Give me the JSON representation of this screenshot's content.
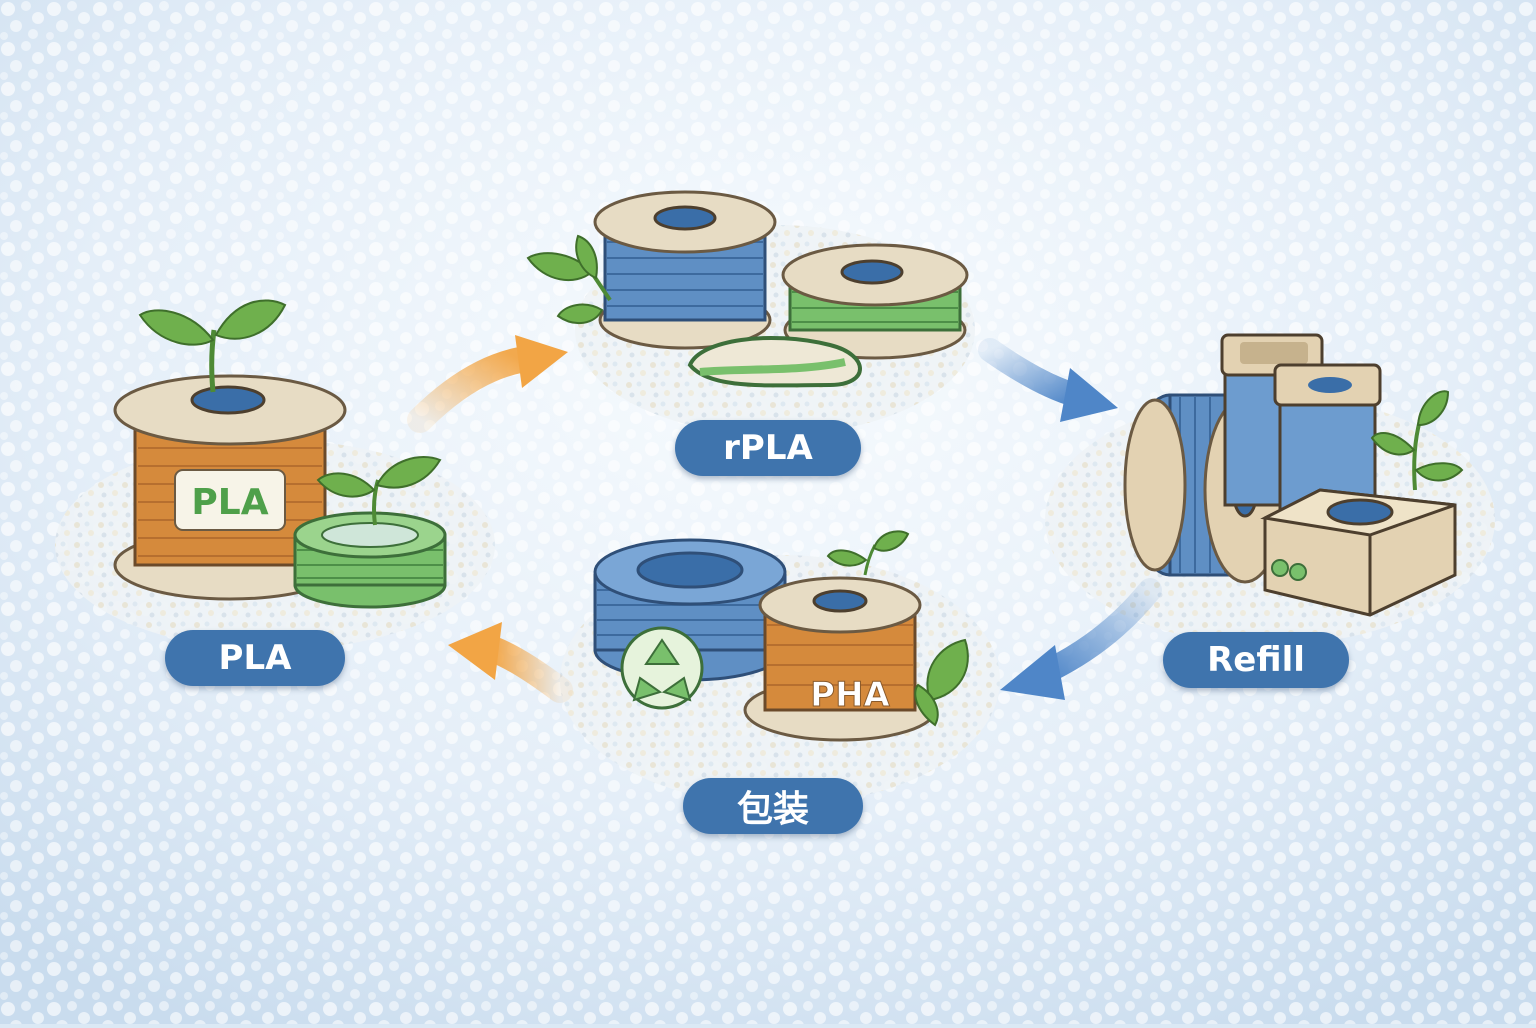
{
  "labels": {
    "pla": "PLA",
    "rpla": "rPLA",
    "refill": "Refill",
    "cjk": "包装"
  },
  "spool_labels": {
    "pla": "PLA",
    "pha": "PHA"
  },
  "colors": {
    "pill": "#3f74ad",
    "orange_spool": "#d58a3c",
    "blue_spool": "#5f8fc4",
    "green_spool": "#79c06c",
    "flange": "#e7dcc4",
    "arrow_orange": "#f2a545",
    "arrow_blue": "#4f86c8",
    "leaf": "#6fb04d"
  },
  "icons": [
    "recycle-icon",
    "leaf-icon"
  ]
}
